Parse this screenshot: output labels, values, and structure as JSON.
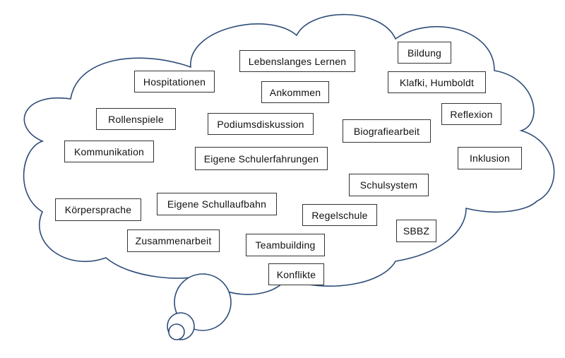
{
  "colors": {
    "cloud_outline": "#2e4d7a",
    "box_border": "#333333"
  },
  "terms": [
    {
      "id": "bildung",
      "label": "Bildung"
    },
    {
      "id": "lebenslanges-lernen",
      "label": "Lebenslanges Lernen"
    },
    {
      "id": "hospitationen",
      "label": "Hospitationen"
    },
    {
      "id": "ankommen",
      "label": "Ankommen"
    },
    {
      "id": "klafki-humboldt",
      "label": "Klafki, Humboldt"
    },
    {
      "id": "reflexion",
      "label": "Reflexion"
    },
    {
      "id": "rollenspiele",
      "label": "Rollenspiele"
    },
    {
      "id": "podiumsdiskussion",
      "label": "Podiumsdiskussion"
    },
    {
      "id": "biografiearbeit",
      "label": "Biografiearbeit"
    },
    {
      "id": "kommunikation",
      "label": "Kommunikation"
    },
    {
      "id": "eigene-schulerfahrungen",
      "label": "Eigene Schulerfahrungen"
    },
    {
      "id": "inklusion",
      "label": "Inklusion"
    },
    {
      "id": "schulsystem",
      "label": "Schulsystem"
    },
    {
      "id": "koerpersprache",
      "label": "Körpersprache"
    },
    {
      "id": "eigene-schullaufbahn",
      "label": "Eigene Schullaufbahn"
    },
    {
      "id": "regelschule",
      "label": "Regelschule"
    },
    {
      "id": "sbbz",
      "label": "SBBZ"
    },
    {
      "id": "zusammenarbeit",
      "label": "Zusammenarbeit"
    },
    {
      "id": "teambuilding",
      "label": "Teambuilding"
    },
    {
      "id": "konflikte",
      "label": "Konflikte"
    }
  ]
}
